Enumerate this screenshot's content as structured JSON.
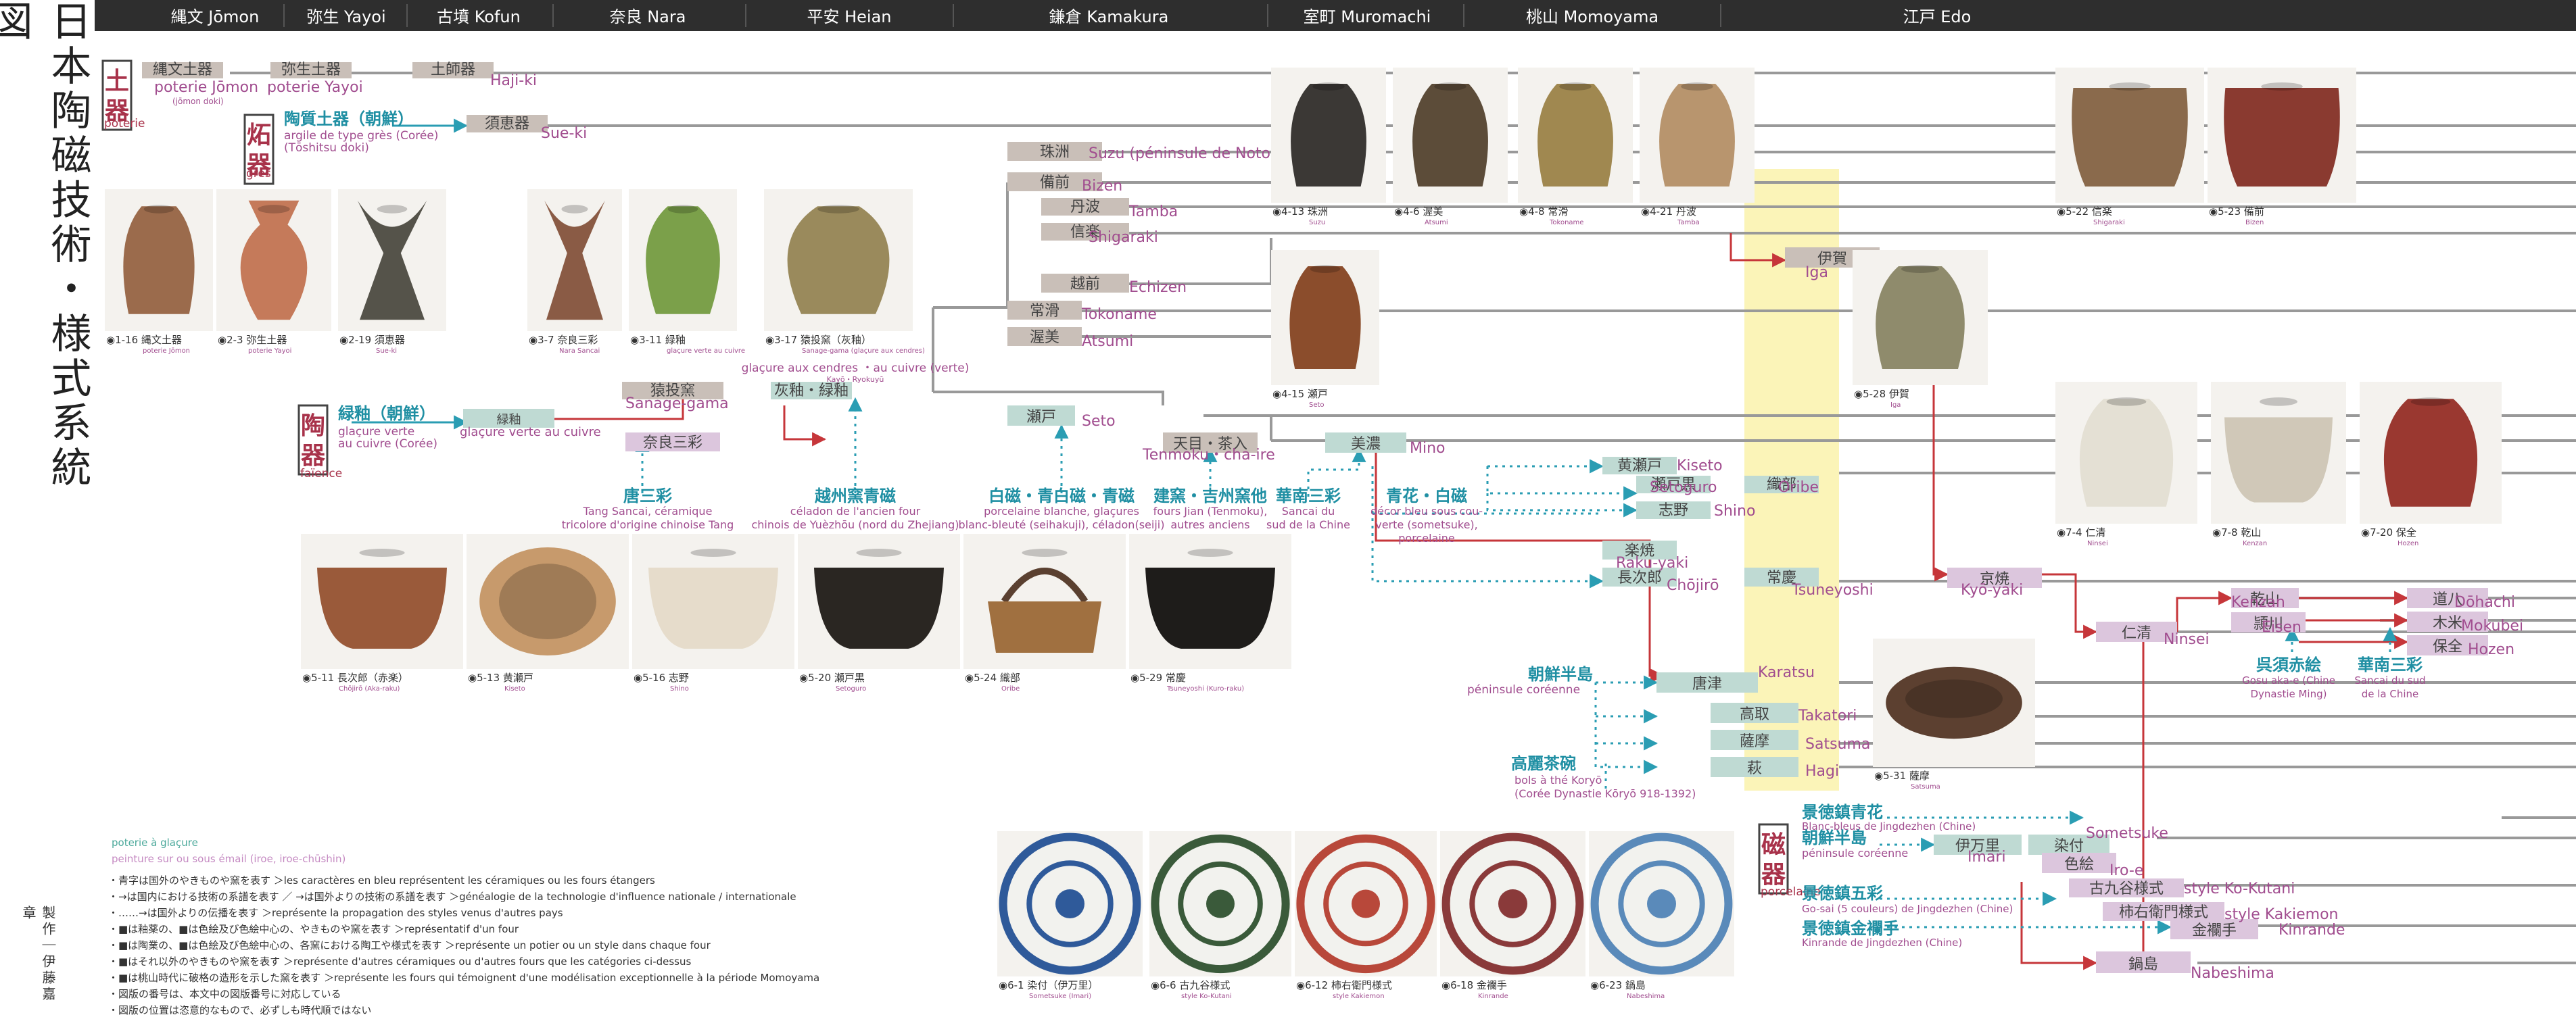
{
  "title": "日本陶磁技術・様式系統図",
  "credit": "製作｜伊藤嘉章",
  "periods": [
    {
      "label": "縄文 Jōmon"
    },
    {
      "label": "弥生 Yayoi"
    },
    {
      "label": "古墳 Kofun"
    },
    {
      "label": "奈良 Nara"
    },
    {
      "label": "平安 Heian"
    },
    {
      "label": "鎌倉 Kamakura"
    },
    {
      "label": "室町 Muromachi"
    },
    {
      "label": "桃山 Momoyama"
    },
    {
      "label": "江戸 Edo"
    }
  ],
  "sections": {
    "doki": {
      "jp": "土器",
      "fr": "poterie"
    },
    "sekki": {
      "jp": "炻器",
      "fr": "grès"
    },
    "touki": {
      "jp": "陶器",
      "fr": "faïence"
    },
    "jiki": {
      "jp": "磁器",
      "fr": "porcelaine"
    }
  },
  "boxes": [
    {
      "jp": "縄文土器",
      "fr": "poterie Jōmon",
      "sub": "(jōmon doki)"
    },
    {
      "jp": "弥生土器",
      "fr": "poterie Yayoi"
    },
    {
      "jp": "土師器",
      "fr": "Haji-ki"
    },
    {
      "jp": "須恵器",
      "fr": "Sue-ki"
    },
    {
      "jp": "珠洲",
      "fr": "Suzu (péninsule de Noto)"
    },
    {
      "jp": "備前",
      "fr": "Bizen"
    },
    {
      "jp": "丹波",
      "fr": "Tamba"
    },
    {
      "jp": "信楽",
      "fr": "Shigaraki"
    },
    {
      "jp": "越前",
      "fr": "Echizen"
    },
    {
      "jp": "常滑",
      "fr": "Tokoname"
    },
    {
      "jp": "渥美",
      "fr": "Atsumi"
    },
    {
      "jp": "猿投窯",
      "fr": "Sanage-gama"
    },
    {
      "jp": "灰釉・緑釉",
      "fr": ""
    },
    {
      "jp": "緑釉",
      "fr": "glaçure verte au cuivre"
    },
    {
      "jp": "奈良三彩",
      "fr": ""
    },
    {
      "jp": "瀬戸",
      "fr": "Seto"
    },
    {
      "jp": "天目・茶入",
      "fr": "Tenmoku・cha-ire"
    },
    {
      "jp": "美濃",
      "fr": "Mino"
    },
    {
      "jp": "黄瀬戸",
      "fr": "Kiseto"
    },
    {
      "jp": "瀬戸黒",
      "fr": "Setoguro"
    },
    {
      "jp": "志野",
      "fr": "Shino"
    },
    {
      "jp": "織部",
      "fr": "Oribe"
    },
    {
      "jp": "楽焼",
      "fr": "Raku-yaki"
    },
    {
      "jp": "長次郎",
      "fr": "Chōjirō"
    },
    {
      "jp": "常慶",
      "fr": "Tsuneyoshi"
    },
    {
      "jp": "唐津",
      "fr": "Karatsu"
    },
    {
      "jp": "高取",
      "fr": "Takatori"
    },
    {
      "jp": "薩摩",
      "fr": "Satsuma"
    },
    {
      "jp": "萩",
      "fr": "Hagi"
    },
    {
      "jp": "伊賀",
      "fr": "Iga"
    },
    {
      "jp": "京焼",
      "fr": "Kyō-yaki"
    },
    {
      "jp": "仁清",
      "fr": "Ninsei"
    },
    {
      "jp": "乾山",
      "fr": "Kenzan"
    },
    {
      "jp": "頴川",
      "fr": "Eisen"
    },
    {
      "jp": "道八",
      "fr": "Dōhachi"
    },
    {
      "jp": "木米",
      "fr": "Mokubei"
    },
    {
      "jp": "保全",
      "fr": "Hozen"
    },
    {
      "jp": "伊万里",
      "fr": "Imari"
    },
    {
      "jp": "染付",
      "fr": "Sometsuke"
    },
    {
      "jp": "色絵",
      "fr": "Iro-e"
    },
    {
      "jp": "古九谷様式",
      "fr": "style Ko-Kutani"
    },
    {
      "jp": "柿右衛門様式",
      "fr": "style Kakiemon"
    },
    {
      "jp": "金襴手",
      "fr": "Kinrande"
    },
    {
      "jp": "鍋島",
      "fr": "Nabeshima"
    }
  ],
  "influences": [
    {
      "jp": "陶質土器（朝鮮）",
      "fr1": "argile de type grès (Corée)",
      "fr2": "(Tōshitsu doki)"
    },
    {
      "jp": "緑釉（朝鮮）",
      "fr1": "glaçure verte",
      "fr2": "au cuivre (Corée)"
    },
    {
      "jp": "唐三彩",
      "fr1": "Tang Sancai, céramique",
      "fr2": "tricolore d'origine chinoise Tang"
    },
    {
      "jp": "越州窯青磁",
      "fr1": "céladon de l'ancien four",
      "fr2": "chinois de Yuèzhōu (nord du Zhejiang)"
    },
    {
      "jp": "白磁・青白磁・青磁",
      "fr1": "porcelaine blanche, glaçures",
      "fr2": "blanc-bleuté (seihakuji), céladon(seiji)"
    },
    {
      "jp": "建窯・吉州窯他",
      "fr1": "fours Jian (Tenmoku),",
      "fr2": "autres anciens",
      "fr3": "fours de province"
    },
    {
      "jp": "華南三彩",
      "fr1": "Sancai du",
      "fr2": "sud de la Chine"
    },
    {
      "jp": "青花・白磁",
      "fr1": "décor bleu sous cou-",
      "fr2": "verte (sometsuke),",
      "fr3": "porcelaine"
    },
    {
      "jp": "朝鮮半島",
      "fr1": "péninsule coréenne"
    },
    {
      "jp": "高麗茶碗",
      "fr1": "bols à thé Koryō",
      "fr2": "(Corée Dynastie Kōryō 918-1392)"
    },
    {
      "jp": "呉須赤絵",
      "fr1": "Gosu aka-e (Chine",
      "fr2": "Dynastie Ming)"
    },
    {
      "jp": "華南三彩",
      "fr1": "Sancai du sud",
      "fr2": "de la Chine"
    },
    {
      "jp": "景徳鎮青花",
      "fr1": "Blanc-bleus de Jingdezhen (Chine)"
    },
    {
      "jp": "朝鮮半島",
      "fr1": "péninsule coréenne"
    },
    {
      "jp": "景徳鎮五彩",
      "fr1": "Go-sai (5 couleurs) de Jingdezhen (Chine)"
    },
    {
      "jp": "景徳鎮金襴手",
      "fr1": "Kinrande de Jingdezhen (Chine)"
    }
  ],
  "extra_labels": {
    "glaze_ash": "glaçure aux cendres ・au cuivre (verte)",
    "glaze_ash_sub": "Kayō・Ryokuyū"
  },
  "photos": [
    {
      "num": "◉1-16",
      "jp": "縄文土器",
      "fr": "poterie Jōmon"
    },
    {
      "num": "◉2-3",
      "jp": "弥生土器",
      "fr": "poterie Yayoi"
    },
    {
      "num": "◉2-19",
      "jp": "須恵器",
      "fr": "Sue-ki"
    },
    {
      "num": "◉3-7",
      "jp": "奈良三彩",
      "fr": "Nara Sancai"
    },
    {
      "num": "◉3-11",
      "jp": "緑釉",
      "fr": "glaçure verte au cuivre"
    },
    {
      "num": "◉3-17",
      "jp": "猿投窯（灰釉）",
      "fr": "Sanage-gama (glaçure aux cendres)"
    },
    {
      "num": "◉4-13",
      "jp": "珠洲",
      "fr": "Suzu"
    },
    {
      "num": "◉4-6",
      "jp": "渥美",
      "fr": "Atsumi"
    },
    {
      "num": "◉4-8",
      "jp": "常滑",
      "fr": "Tokoname"
    },
    {
      "num": "◉4-21",
      "jp": "丹波",
      "fr": "Tamba"
    },
    {
      "num": "◉4-15",
      "jp": "瀬戸",
      "fr": "Seto"
    },
    {
      "num": "◉5-28",
      "jp": "伊賀",
      "fr": "Iga"
    },
    {
      "num": "◉5-22",
      "jp": "信楽",
      "fr": "Shigaraki"
    },
    {
      "num": "◉5-23",
      "jp": "備前",
      "fr": "Bizen"
    },
    {
      "num": "◉7-4",
      "jp": "仁清",
      "fr": "Ninsei"
    },
    {
      "num": "◉7-8",
      "jp": "乾山",
      "fr": "Kenzan"
    },
    {
      "num": "◉7-20",
      "jp": "保全",
      "fr": "Hozen"
    },
    {
      "num": "◉5-11",
      "jp": "長次郎（赤楽）",
      "fr": "Chōjirō (Aka-raku)"
    },
    {
      "num": "◉5-13",
      "jp": "黄瀬戸",
      "fr": "Kiseto"
    },
    {
      "num": "◉5-16",
      "jp": "志野",
      "fr": "Shino"
    },
    {
      "num": "◉5-20",
      "jp": "瀬戸黒",
      "fr": "Setoguro"
    },
    {
      "num": "◉5-24",
      "jp": "織部",
      "fr": "Oribe"
    },
    {
      "num": "◉5-29",
      "jp": "常慶",
      "fr": "Tsuneyoshi (Kuro-raku)"
    },
    {
      "num": "◉5-31",
      "jp": "薩摩",
      "fr": "Satsuma"
    },
    {
      "num": "◉6-1",
      "jp": "染付（伊万里）",
      "fr": "Sometsuke (Imari)"
    },
    {
      "num": "◉6-6",
      "jp": "古九谷様式",
      "fr": "style Ko-Kutani"
    },
    {
      "num": "◉6-12",
      "jp": "柿右衛門様式",
      "fr": "style Kakiemon"
    },
    {
      "num": "◉6-18",
      "jp": "金襴手",
      "fr": "Kinrande"
    },
    {
      "num": "◉6-23",
      "jp": "鍋島",
      "fr": "Nabeshima"
    }
  ],
  "legend": {
    "glaze1": "poterie à glaçure",
    "glaze2": "peinture sur ou sous émail (iroe, iroe-chūshin)",
    "lines": [
      "・青字は国外のやきものや窯を表す ＞les caractères en bleu représentent les céramiques ou les fours étangers",
      "・→は国内における技術の系譜を表す ／ →は国外よりの技術の系譜を表す ＞généalogie de la technologie d'influence nationale / internationale",
      "・……→は国外よりの伝播を表す ＞représente la propagation des styles venus d'autres pays",
      "・■は釉薬の、■は色絵及び色絵中心の、やきものや窯を表す ＞représentatif d'un four",
      "・■は陶業の、■は色絵及び色絵中心の、各窯における陶工や様式を表す ＞représente un potier ou un style dans chaque four",
      "・■はそれ以外のやきものや窯を表す ＞représente d'autres céramiques ou d'autres fours que les catégories ci-dessus",
      "・■は桃山時代に破格の造形を示した窯を表す ＞représente les fours qui témoignent d'une modélisation exceptionnelle à la période Momoyama",
      "・図版の番号は、本文中の図版番号に対応している",
      "・図版の位置は恣意的なもので、必ずしも時代順ではない"
    ]
  },
  "colors": {
    "header": "#2e2e2e",
    "timeline": "#999999",
    "box_gray": "#c9bfb8",
    "box_teal": "#bfdad3",
    "box_pink": "#dcc6dd",
    "highlight": "#fbf4b8",
    "blue_text": "#1f8fa3",
    "purple_text": "#a14d8f",
    "red_line": "#c6363a",
    "teal_line": "#2a9db3",
    "section_red": "#a8324a"
  }
}
